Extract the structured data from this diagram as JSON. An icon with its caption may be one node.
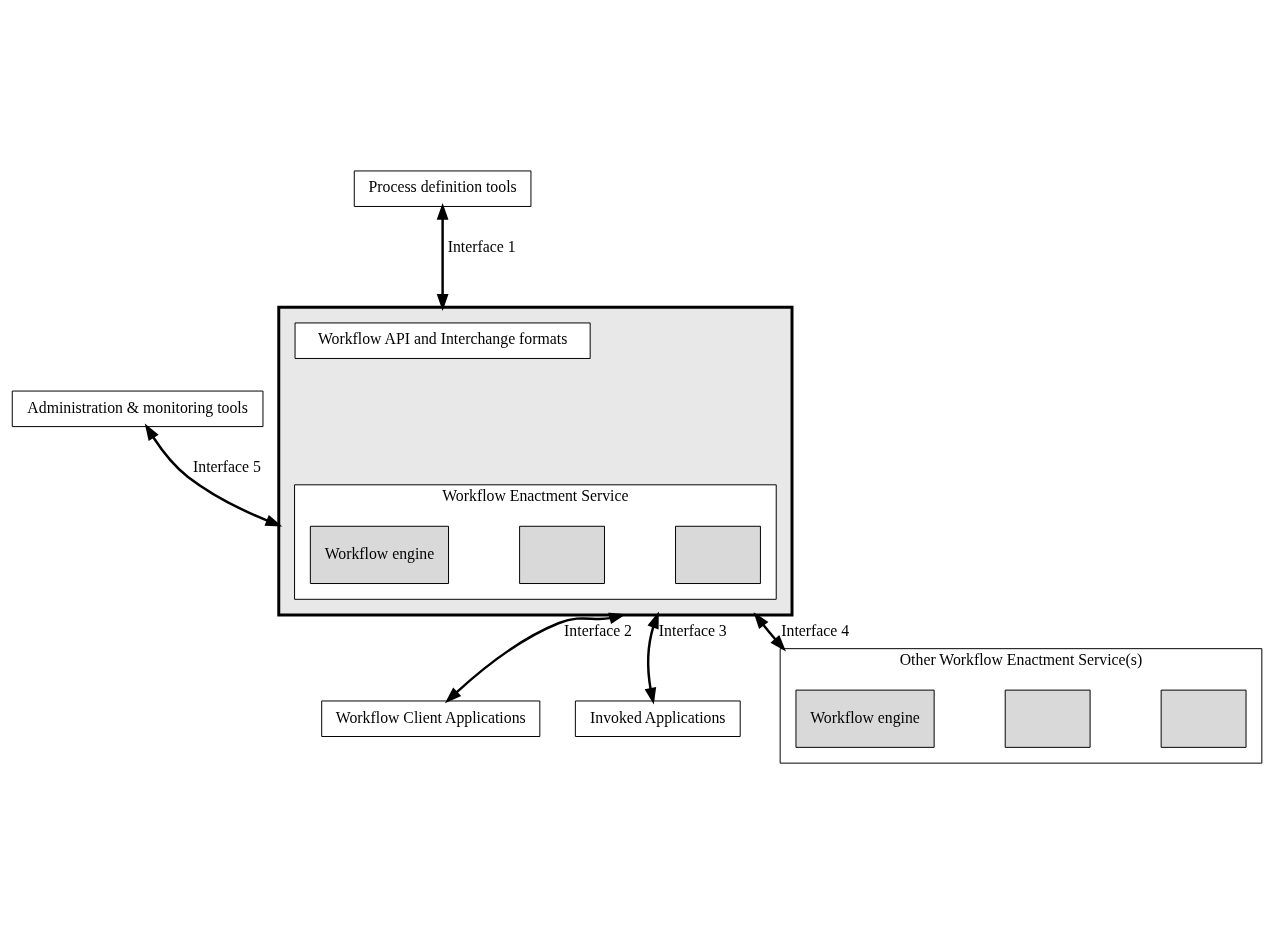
{
  "diagram": {
    "nodes": [
      {
        "text": [
          "Process definition tools"
        ]
      },
      {
        "text": [],
        "shape": "box"
      },
      {
        "text": [
          "Workflow API and Interchange formats"
        ],
        "in": 1
      },
      {
        "text": [
          "Workflow Enactment Service"
        ],
        "in": 1
      },
      {
        "text": [
          "Workflow engine"
        ],
        "in": 3
      },
      {
        "text": [],
        "shape": "box",
        "in": 3
      },
      {
        "text": [],
        "shape": "box",
        "in": 3
      },
      {
        "text": [
          "Administration & monitoring tools"
        ]
      },
      {
        "text": [
          "Other Workflow Enactment Service(s)"
        ]
      },
      {
        "text": [
          "Workflow engine"
        ],
        "in": 8
      },
      {
        "text": [],
        "shape": "box",
        "in": 8
      },
      {
        "text": [],
        "shape": "box",
        "in": 8
      },
      {
        "text": [
          "Workflow Client Applications"
        ]
      },
      {
        "text": [
          "Invoked Applications"
        ]
      }
    ],
    "edges": [
      {
        "from": 0,
        "to": 1,
        "arrow": "both",
        "label": "Interface 1"
      },
      {
        "from": 7,
        "to": 1,
        "arrow": "both",
        "label": "Interface 5"
      },
      {
        "from": 1,
        "to": 8,
        "arrow": "both",
        "label": "Interface 4"
      },
      {
        "from": 1,
        "to": 12,
        "arrow": "both",
        "label": "Interface 2"
      },
      {
        "from": 1,
        "to": 13,
        "arrow": "both",
        "label": "Interface 3"
      }
    ]
  }
}
